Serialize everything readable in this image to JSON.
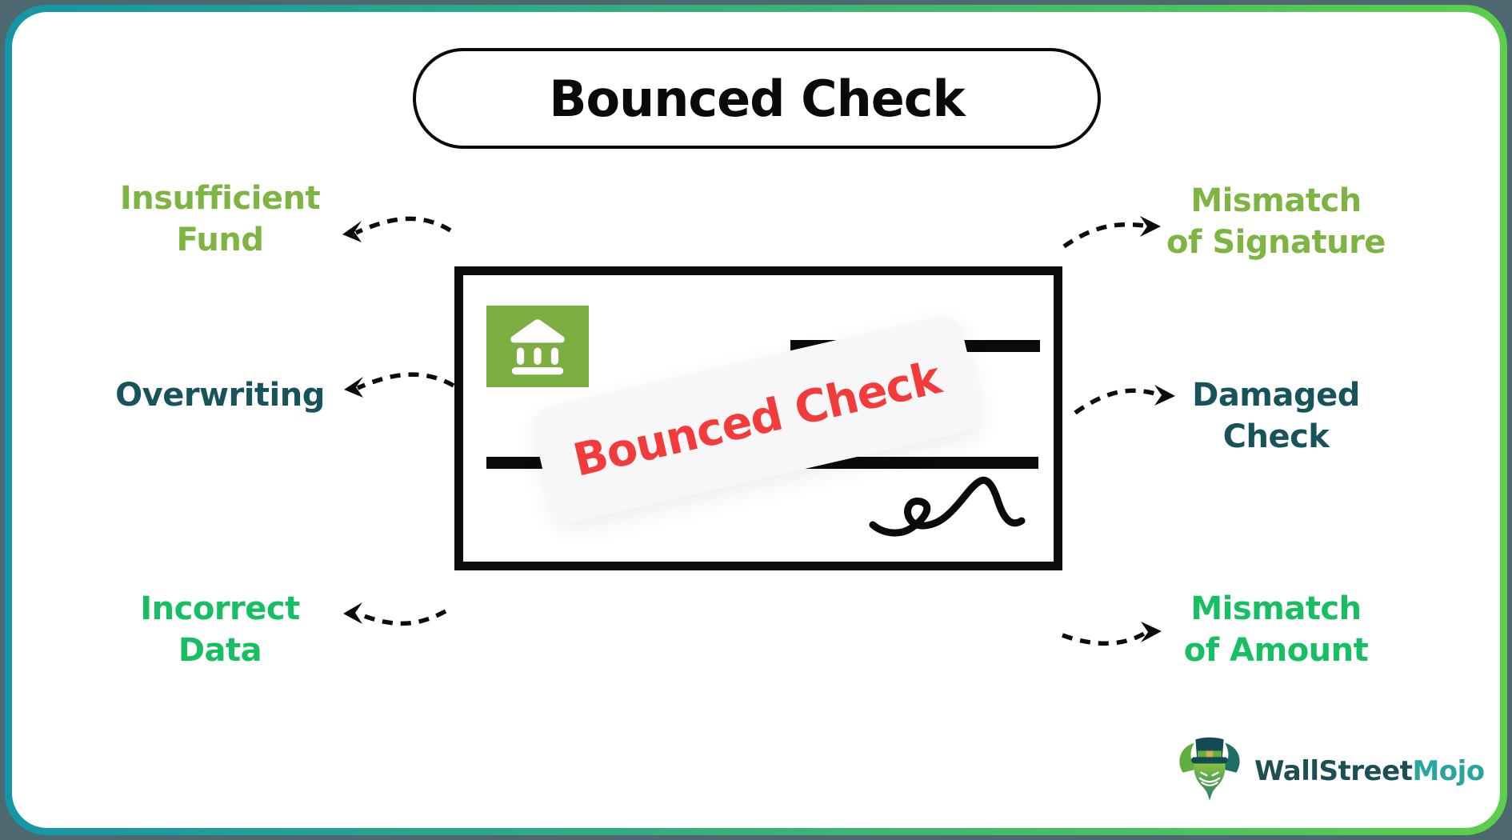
{
  "title": {
    "text": "Bounced Check"
  },
  "check": {
    "stamp_text": "Bounced Check",
    "stamp_color": "#f43b3b",
    "bank_icon": "bank-building-icon",
    "bank_icon_bg": "#7cae41"
  },
  "causes": {
    "left": [
      {
        "label": "Insufficient\nFund",
        "color": "#7eb441"
      },
      {
        "label": "Overwriting",
        "color": "#17535a"
      },
      {
        "label": "Incorrect\nData",
        "color": "#16c062"
      }
    ],
    "right": [
      {
        "label": "Mismatch\nof Signature",
        "color": "#7eb441"
      },
      {
        "label": "Damaged\nCheck",
        "color": "#17535a"
      },
      {
        "label": "Mismatch\nof Amount",
        "color": "#16c062"
      }
    ]
  },
  "frame": {
    "border_gradient_left": "#1496a8",
    "border_gradient_right": "#5ccf4a",
    "outside_background": "#4d686e"
  },
  "logo": {
    "brand_primary": "WallStreet",
    "brand_secondary": "Mojo",
    "primary_color": "#1d4e54",
    "secondary_color": "#29a49e"
  }
}
